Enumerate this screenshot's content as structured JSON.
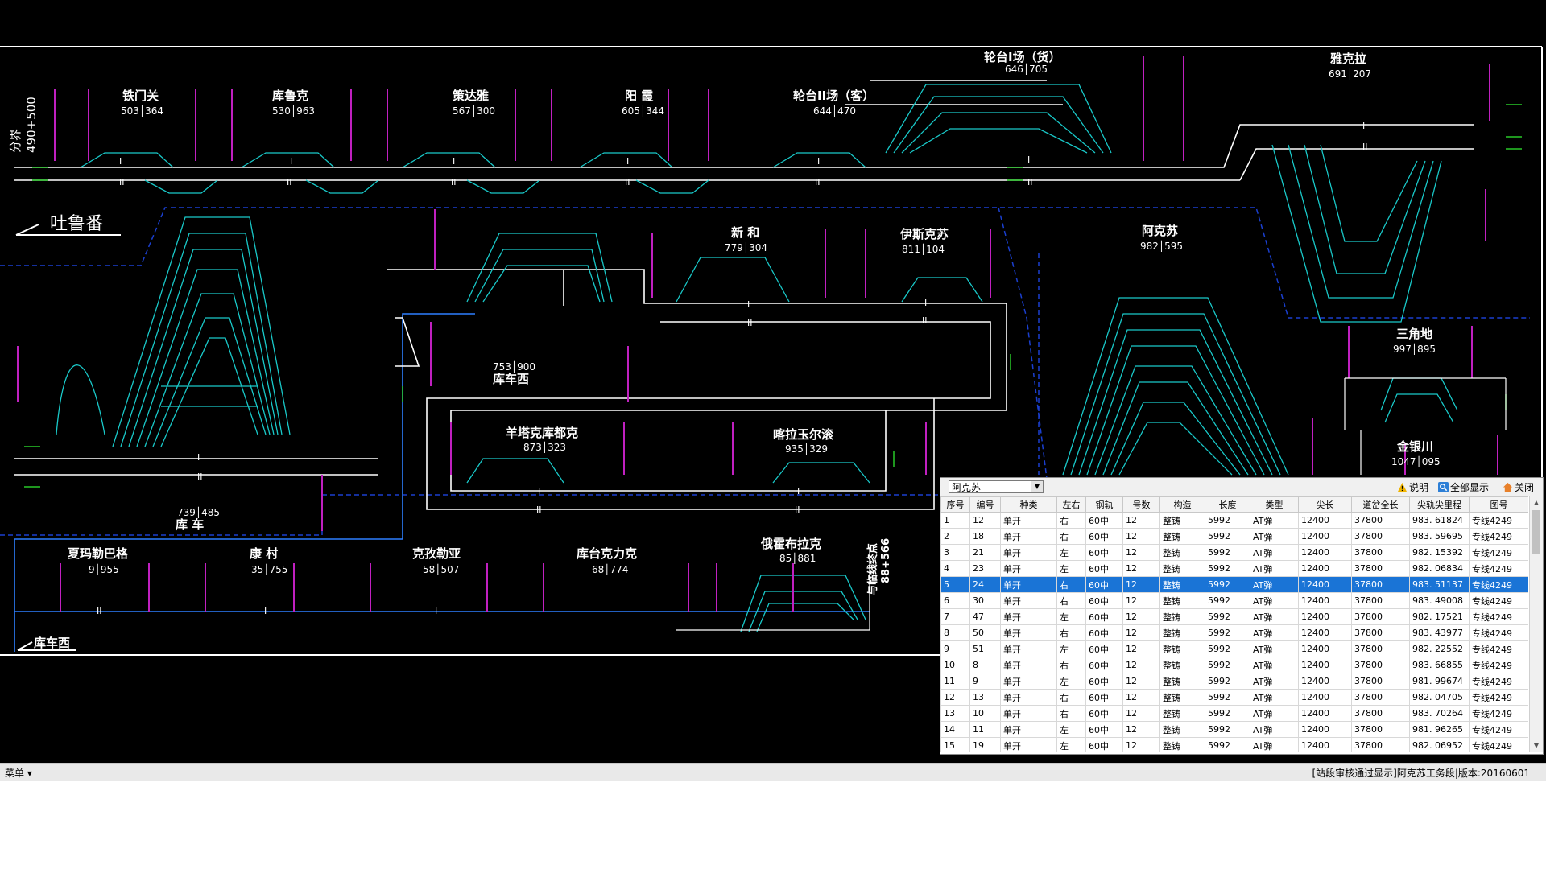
{
  "colors": {
    "track": "#ffffff",
    "yard": "#19c9c9",
    "signal": "#c020c0",
    "boundary": "#1a3fd0",
    "connector": "#2e7fff",
    "selected": "#1a74d6"
  },
  "diagram": {
    "boundary_label": "分界",
    "boundary_km": "490+500",
    "left_direction": "吐鲁番",
    "bottom_direction": "库车西",
    "terminus_label": "与临线终点",
    "terminus_km": "88+566",
    "stations": [
      {
        "id": "tiemenguan",
        "name": "铁门关",
        "km": "503│364"
      },
      {
        "id": "kuluke",
        "name": "库鲁克",
        "km": "530│963"
      },
      {
        "id": "celaya",
        "name": "策达雅",
        "km": "567│300"
      },
      {
        "id": "yangxia",
        "name": "阳 霞",
        "km": "605│344"
      },
      {
        "id": "luntai2",
        "name": "轮台II场（客）",
        "km": "644│470"
      },
      {
        "id": "luntai1",
        "name": "轮台I场（货）",
        "km": "646│705"
      },
      {
        "id": "yakela",
        "name": "雅克拉",
        "km": "691│207"
      },
      {
        "id": "xinhe",
        "name": "新 和",
        "km": "779│304"
      },
      {
        "id": "yisikesu",
        "name": "伊斯克苏",
        "km": "811│104"
      },
      {
        "id": "akesu",
        "name": "阿克苏",
        "km": "982│595"
      },
      {
        "id": "kuchexi2",
        "name": "库车西",
        "km": "753│900"
      },
      {
        "id": "kuche",
        "name": "库 车",
        "km": "739│485"
      },
      {
        "id": "yangtake",
        "name": "羊塔克库都克",
        "km": "873│323"
      },
      {
        "id": "kalayuergun",
        "name": "喀拉玉尔滚",
        "km": "935│329"
      },
      {
        "id": "sanjiaodi",
        "name": "三角地",
        "km": "997│895"
      },
      {
        "id": "jinyinchuan",
        "name": "金银川",
        "km": "1047│095"
      },
      {
        "id": "xiamaleba",
        "name": "夏玛勒巴格",
        "km": "9│955"
      },
      {
        "id": "kangcun",
        "name": "康 村",
        "km": "35│755"
      },
      {
        "id": "kezile",
        "name": "克孜勒亚",
        "km": "58│507"
      },
      {
        "id": "kutaikeli",
        "name": "库台克力克",
        "km": "68│774"
      },
      {
        "id": "eyibula",
        "name": "俄霍布拉克",
        "km": "85│881"
      }
    ]
  },
  "panel": {
    "station_select": "阿克苏",
    "buttons": {
      "info": "说明",
      "show_all": "全部显示",
      "close": "关闭"
    },
    "columns": [
      "序号",
      "编号",
      "种类",
      "左右",
      "钢轨",
      "号数",
      "构造",
      "长度",
      "类型",
      "尖长",
      "道岔全长",
      "尖轨尖里程",
      "图号"
    ],
    "rows": [
      [
        "1",
        "12",
        "单开",
        "右",
        "60中",
        "12",
        "整铸",
        "5992",
        "AT弹",
        "12400",
        "37800",
        "983. 61824",
        "专线4249"
      ],
      [
        "2",
        "18",
        "单开",
        "右",
        "60中",
        "12",
        "整铸",
        "5992",
        "AT弹",
        "12400",
        "37800",
        "983. 59695",
        "专线4249"
      ],
      [
        "3",
        "21",
        "单开",
        "左",
        "60中",
        "12",
        "整铸",
        "5992",
        "AT弹",
        "12400",
        "37800",
        "982. 15392",
        "专线4249"
      ],
      [
        "4",
        "23",
        "单开",
        "左",
        "60中",
        "12",
        "整铸",
        "5992",
        "AT弹",
        "12400",
        "37800",
        "982. 06834",
        "专线4249"
      ],
      [
        "5",
        "24",
        "单开",
        "右",
        "60中",
        "12",
        "整铸",
        "5992",
        "AT弹",
        "12400",
        "37800",
        "983. 51137",
        "专线4249"
      ],
      [
        "6",
        "30",
        "单开",
        "右",
        "60中",
        "12",
        "整铸",
        "5992",
        "AT弹",
        "12400",
        "37800",
        "983. 49008",
        "专线4249"
      ],
      [
        "7",
        "47",
        "单开",
        "左",
        "60中",
        "12",
        "整铸",
        "5992",
        "AT弹",
        "12400",
        "37800",
        "982. 17521",
        "专线4249"
      ],
      [
        "8",
        "50",
        "单开",
        "右",
        "60中",
        "12",
        "整铸",
        "5992",
        "AT弹",
        "12400",
        "37800",
        "983. 43977",
        "专线4249"
      ],
      [
        "9",
        "51",
        "单开",
        "左",
        "60中",
        "12",
        "整铸",
        "5992",
        "AT弹",
        "12400",
        "37800",
        "982. 22552",
        "专线4249"
      ],
      [
        "10",
        "8",
        "单开",
        "右",
        "60中",
        "12",
        "整铸",
        "5992",
        "AT弹",
        "12400",
        "37800",
        "983. 66855",
        "专线4249"
      ],
      [
        "11",
        "9",
        "单开",
        "左",
        "60中",
        "12",
        "整铸",
        "5992",
        "AT弹",
        "12400",
        "37800",
        "981. 99674",
        "专线4249"
      ],
      [
        "12",
        "13",
        "单开",
        "右",
        "60中",
        "12",
        "整铸",
        "5992",
        "AT弹",
        "12400",
        "37800",
        "982. 04705",
        "专线4249"
      ],
      [
        "13",
        "10",
        "单开",
        "右",
        "60中",
        "12",
        "整铸",
        "5992",
        "AT弹",
        "12400",
        "37800",
        "983. 70264",
        "专线4249"
      ],
      [
        "14",
        "11",
        "单开",
        "左",
        "60中",
        "12",
        "整铸",
        "5992",
        "AT弹",
        "12400",
        "37800",
        "981. 96265",
        "专线4249"
      ],
      [
        "15",
        "19",
        "单开",
        "左",
        "60中",
        "12",
        "整铸",
        "5992",
        "AT弹",
        "12400",
        "37800",
        "982. 06952",
        "专线4249"
      ]
    ],
    "selected_row": 5
  },
  "bottombar": {
    "menu": "菜单",
    "status": "[站段审核通过显示]阿克苏工务段|版本:20160601"
  }
}
